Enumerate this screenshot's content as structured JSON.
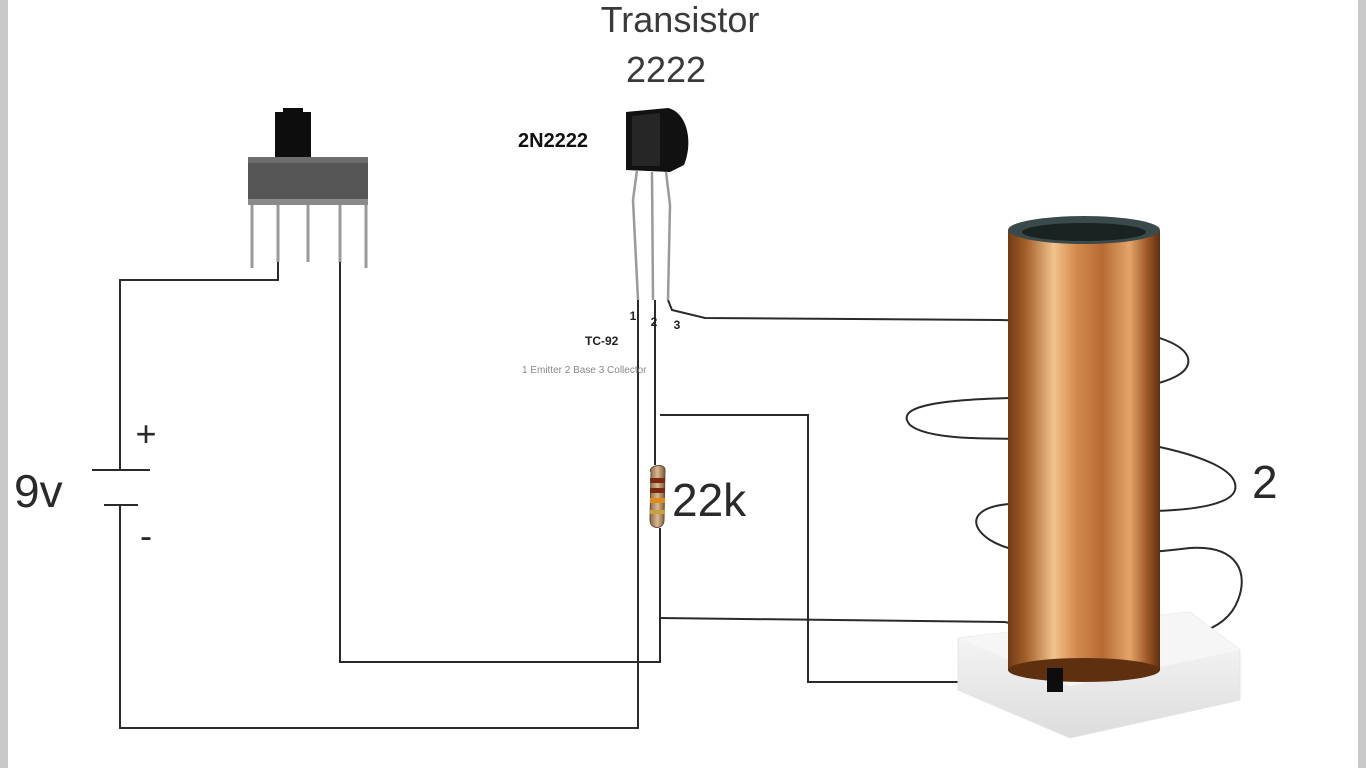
{
  "transistor": {
    "title_line1": "Transistor",
    "title_line2": "2222",
    "part_label": "2N2222",
    "pin_1": "1",
    "pin_2": "2",
    "pin_3": "3",
    "package": "TC-92",
    "pinout": "1 Emitter  2 Base  3 Collector"
  },
  "battery": {
    "voltage_label": "9v",
    "plus_label": "+",
    "minus_label": "-"
  },
  "resistor": {
    "value_label": "22k"
  },
  "coil": {
    "turns_label": "2"
  },
  "colors": {
    "wire": "#2a2a2a",
    "copper": "#c27a3e",
    "switch_body": "#555555",
    "transistor_body": "#111111",
    "base": "#f0f0f0"
  }
}
